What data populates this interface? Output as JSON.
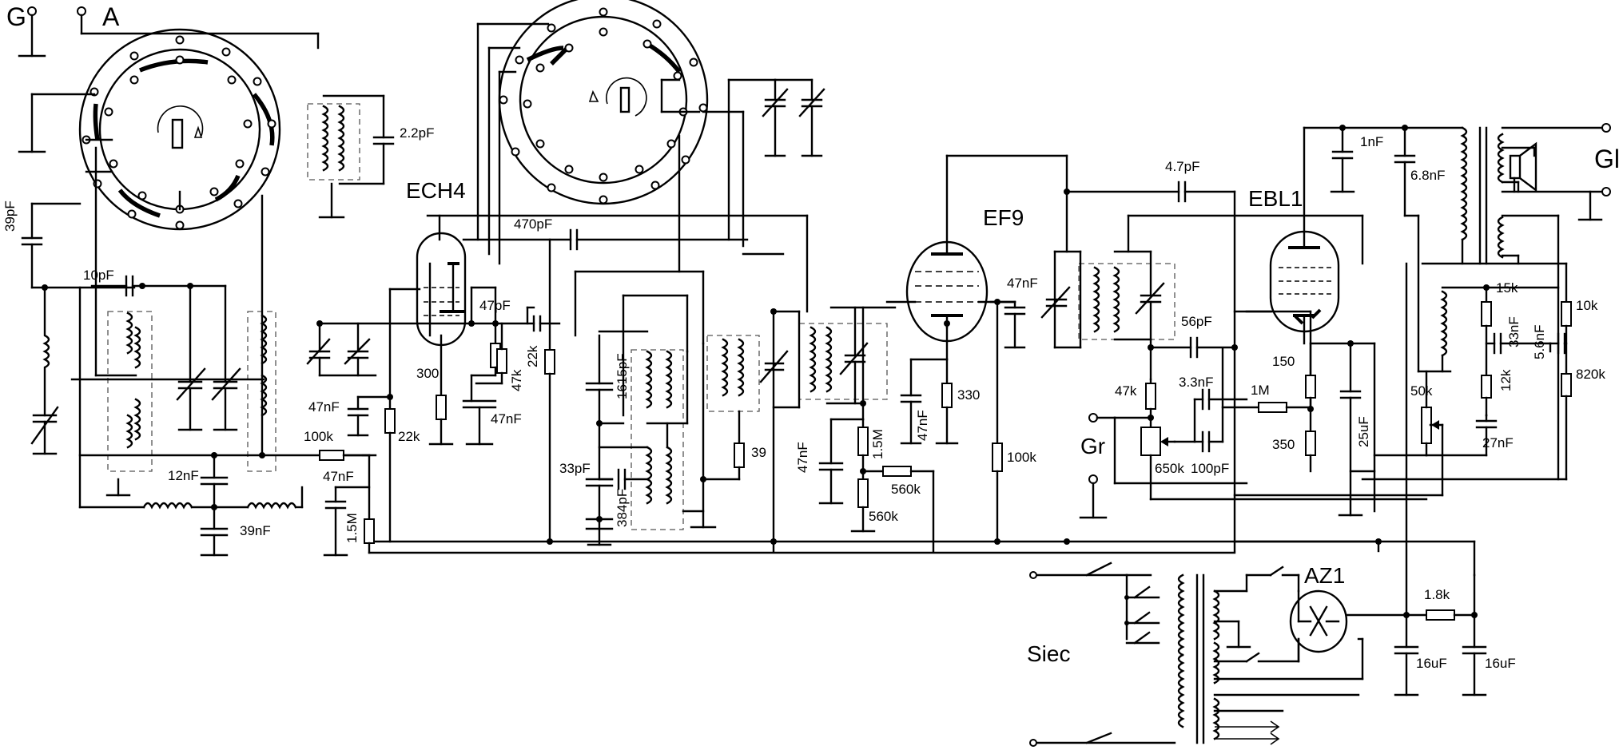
{
  "tubes": {
    "ech4": "ECH4",
    "ef9": "EF9",
    "ebl1": "EBL1",
    "az1": "AZ1"
  },
  "terminals": {
    "ground_in": "G",
    "antenna": "A",
    "speaker_out": "Gl",
    "pickup": "Gr",
    "mains": "Siec"
  },
  "components": {
    "c_39pf": "39pF",
    "c_10pf": "10pF",
    "c_12nf": "12nF",
    "c_39nf": "39nF",
    "c_2_2pf": "2.2pF",
    "r_100k_mix": "100k",
    "c_47nf_a": "47nF",
    "r_1_5m_a": "1.5M",
    "c_47nf_b": "47nF",
    "r_22k_a": "22k",
    "r_300": "300",
    "r_47k_a": "47k",
    "c_47nf_c": "47nF",
    "c_47pf": "47pF",
    "r_22k_b": "22k",
    "c_470pf": "470pF",
    "c_1615pf": "1615pF",
    "c_33pf": "33pF",
    "c_384pf": "384pF",
    "r_39": "39",
    "c_47nf_d": "47nF",
    "r_1_5m_b": "1.5M",
    "r_560k_a": "560k",
    "r_560k_b": "560k",
    "c_47nf_e": "47nF",
    "r_330": "330",
    "c_47nf_f": "47nF",
    "r_100k_b": "100k",
    "c_4_7pf": "4.7pF",
    "c_56pf": "56pF",
    "r_47k_b": "47k",
    "c_3_3nf": "3.3nF",
    "r_1m": "1M",
    "pot_650k": "650k",
    "c_100pf": "100pF",
    "r_150": "150",
    "r_350": "350",
    "c_25uf": "25uF",
    "c_1nf": "1nF",
    "c_6_8nf": "6.8nF",
    "r_15k": "15k",
    "r_10k": "10k",
    "c_33nf": "33nF",
    "c_5_6nf": "5.6nF",
    "pot_50k": "50k",
    "r_12k": "12k",
    "r_820k": "820k",
    "c_27nf": "27nF",
    "r_1_8k": "1.8k",
    "c_16uf_a": "16uF",
    "c_16uf_b": "16uF"
  }
}
